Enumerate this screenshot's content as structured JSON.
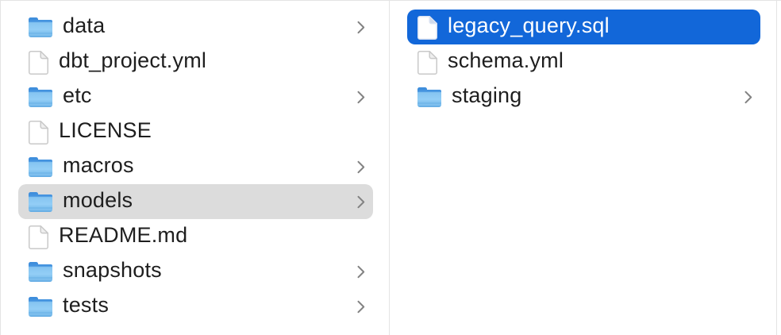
{
  "app": {
    "title": "Finder column browser"
  },
  "colors": {
    "selection_blue": "#1267d9",
    "selection_gray": "#dcdcdc",
    "folder_blue": "#85c4f1",
    "folder_blue_dark": "#3f8edc",
    "text": "#1e1e1e",
    "selected_text": "#ffffff",
    "divider": "#e4e4e4",
    "chevron_gray": "#828282"
  },
  "columns": [
    {
      "name": "column-1",
      "items": [
        {
          "label": "data",
          "kind": "folder",
          "chevron": true
        },
        {
          "label": "dbt_project.yml",
          "kind": "file",
          "chevron": false
        },
        {
          "label": "etc",
          "kind": "folder",
          "chevron": true
        },
        {
          "label": "LICENSE",
          "kind": "file",
          "chevron": false
        },
        {
          "label": "macros",
          "kind": "folder",
          "chevron": true
        },
        {
          "label": "models",
          "kind": "folder",
          "chevron": true,
          "selected": "secondary"
        },
        {
          "label": "README.md",
          "kind": "file",
          "chevron": false
        },
        {
          "label": "snapshots",
          "kind": "folder",
          "chevron": true
        },
        {
          "label": "tests",
          "kind": "folder",
          "chevron": true
        }
      ]
    },
    {
      "name": "column-2",
      "items": [
        {
          "label": "legacy_query.sql",
          "kind": "file",
          "chevron": false,
          "selected": "primary"
        },
        {
          "label": "schema.yml",
          "kind": "file",
          "chevron": false
        },
        {
          "label": "staging",
          "kind": "folder",
          "chevron": true
        }
      ]
    }
  ]
}
